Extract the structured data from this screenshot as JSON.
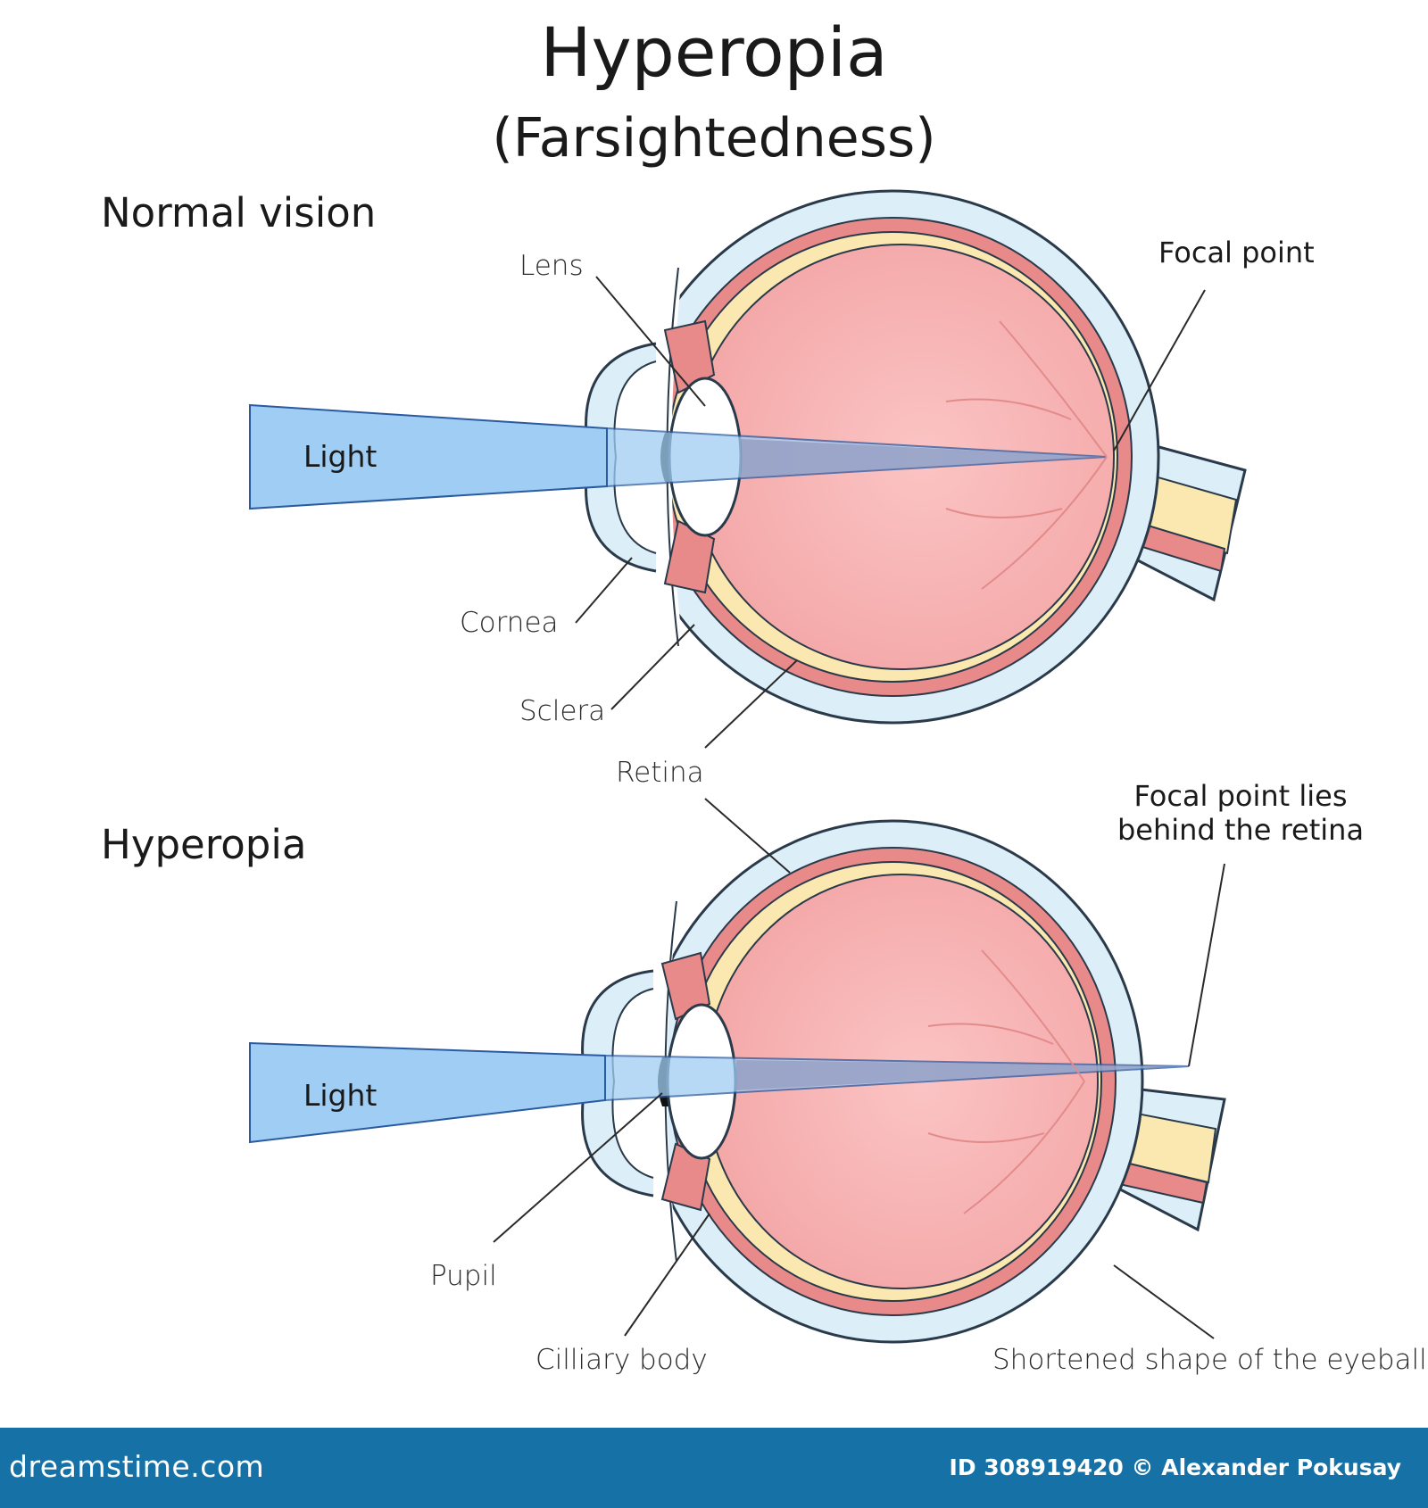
{
  "title": "Hyperopia",
  "subtitle": "(Farsightedness)",
  "sections": {
    "normal": "Normal vision",
    "hyperopia": "Hyperopia"
  },
  "labels": {
    "lens": "Lens",
    "focal_point": "Focal point",
    "light_top": "Light",
    "cornea": "Cornea",
    "sclera": "Sclera",
    "retina": "Retina",
    "focal_point_behind_line1": "Focal point lies",
    "focal_point_behind_line2": "behind the retina",
    "light_bottom": "Light",
    "pupil": "Pupil",
    "ciliary_body": "Cilliary body",
    "shortened": "Shortened shape of the eyeball"
  },
  "footer": {
    "brand": "dreamstime.com",
    "credit": "ID 308919420 © Alexander Pokusay",
    "color": "#1672a6"
  },
  "colors": {
    "light_beam": "#9fcdf3",
    "eye_inner": "#f6b2b2",
    "choroid": "#e98a8a",
    "retina": "#fbe8b0",
    "sclera": "#dceef7",
    "outline": "#2a3a4a"
  }
}
